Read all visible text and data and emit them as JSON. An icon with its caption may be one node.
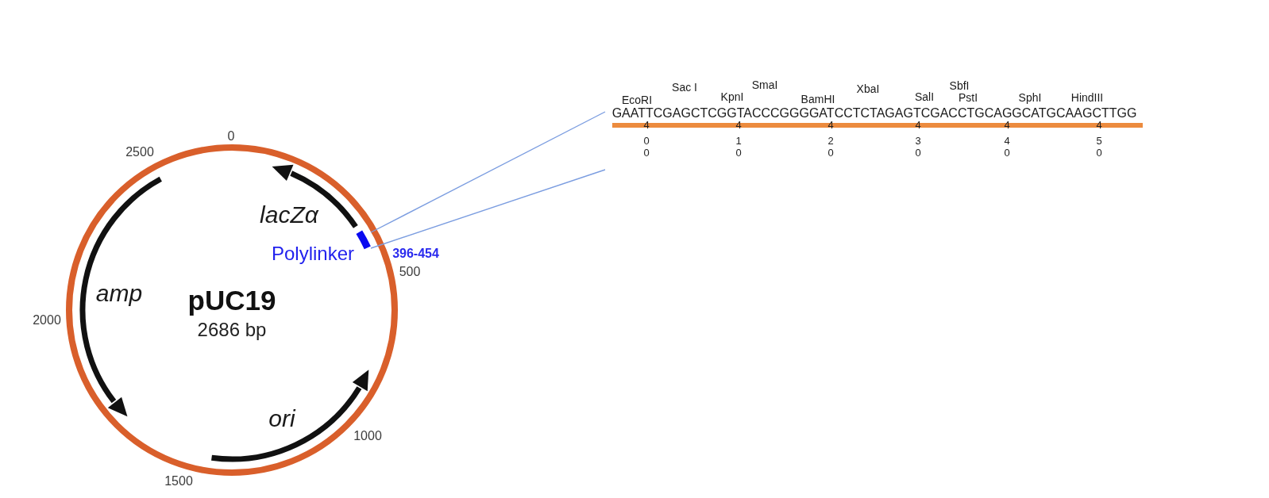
{
  "diagram": {
    "nodes": [
      {
        "text": [
          "pUC19",
          "2686 bp"
        ]
      },
      {
        "text": [
          "lacZα"
        ],
        "in": 0
      },
      {
        "text": [
          "Polylinker"
        ],
        "beside": [
          "396-454"
        ],
        "in": 0
      },
      {
        "text": [
          "amp"
        ],
        "in": 0
      },
      {
        "text": [
          "ori"
        ],
        "in": 0
      },
      {
        "text": [
          "GAATTCGAGCTCGGTACCCGGGGATCCTCTAGAGTCGACCTGCAGGCATGCAAGCTTGG"
        ]
      }
    ],
    "edges": [
      {
        "from": 2,
        "to": 5,
        "arrow": "none"
      },
      {
        "from": 2,
        "to": 5,
        "arrow": "none"
      }
    ],
    "labels": [
      "EcoRI",
      "Sac I",
      "KpnI",
      "SmaI",
      "BamHI",
      "XbaI",
      "SalI",
      "SbfI",
      "PstI",
      "SphI",
      "HindIII",
      "4",
      "4",
      "4",
      "4",
      "4",
      "4",
      "0",
      "1",
      "2",
      "3",
      "4",
      "5",
      "0",
      "0",
      "0",
      "0",
      "0",
      "0",
      "0",
      "2500",
      "500",
      "2000",
      "1000",
      "1500"
    ]
  }
}
